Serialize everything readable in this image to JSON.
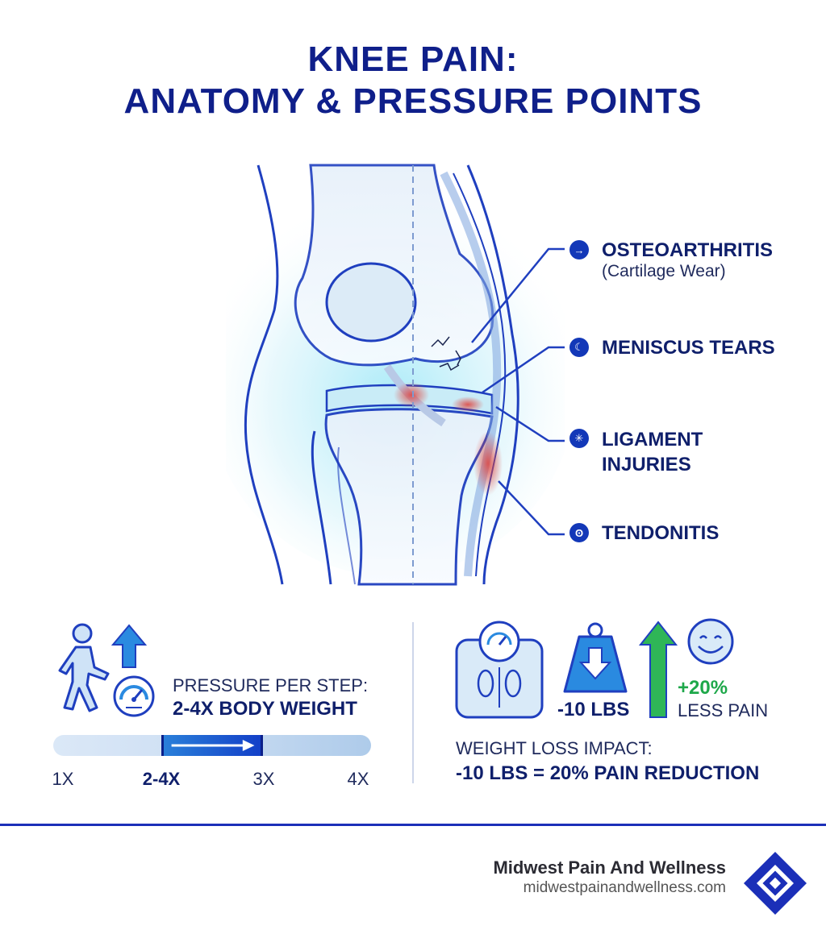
{
  "title": {
    "line1": "KNEE PAIN:",
    "line2": "ANATOMY & PRESSURE POINTS"
  },
  "conditions": [
    {
      "label": "OSTEOARTHRITIS",
      "sub": "(Cartilage Wear)",
      "icon": "arrow-right-icon"
    },
    {
      "label": "MENISCUS TEARS",
      "icon": "crescent-icon"
    },
    {
      "label": "LIGAMENT",
      "label2": "INJURIES",
      "icon": "burst-icon"
    },
    {
      "label": "TENDONITIS",
      "icon": "tendon-icon"
    }
  ],
  "pressure": {
    "label": "PRESSURE PER STEP:",
    "value": "2-4X BODY WEIGHT",
    "ticks": [
      "1X",
      "2-4X",
      "3X",
      "4X"
    ],
    "highlight_range": [
      0.34,
      0.66
    ]
  },
  "weight_loss": {
    "scale_label": "-10 LBS",
    "improvement": "+20%",
    "improvement_label": "LESS PAIN",
    "impact_label": "WEIGHT LOSS IMPACT:",
    "impact_value": "-10 LBS = 20% PAIN REDUCTION"
  },
  "footer": {
    "brand": "Midwest Pain And Wellness",
    "url": "midwestpainandwellness.com"
  },
  "colors": {
    "navy": "#0f1f8a",
    "accent_blue": "#1338b8",
    "green": "#1ea84a",
    "inflammation_red": "#e0403a"
  }
}
